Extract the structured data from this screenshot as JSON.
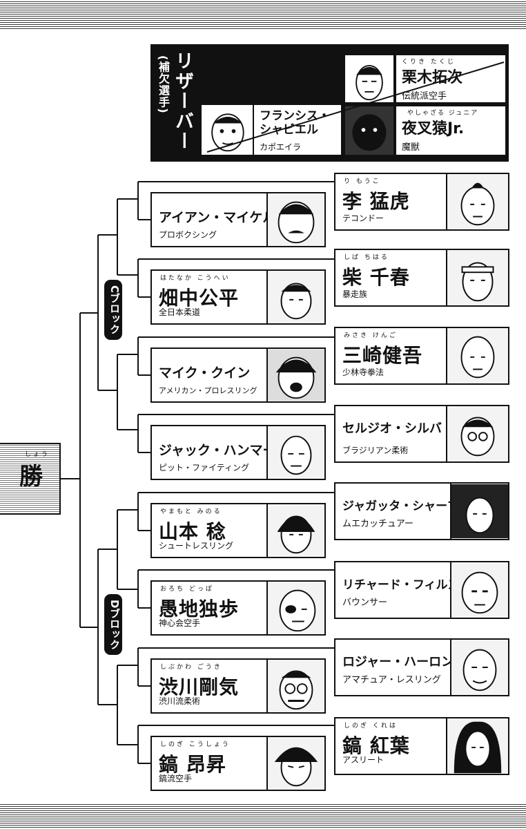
{
  "winner": {
    "label": "勝",
    "ruby": "しょう"
  },
  "blocks": {
    "c": "Cブロック",
    "d": "Dブロック"
  },
  "reserve": {
    "title": "リザーバー",
    "subtitle": "(補欠選手)",
    "fighters": [
      {
        "name": "フランシス・シャビエル",
        "name_line1": "フランシス・",
        "name_line2": "シャビエル",
        "style": "カポエイラ"
      },
      {
        "name": "栗木拓次",
        "ruby": "くりき たくじ",
        "style": "伝統派空手"
      },
      {
        "name": "夜叉猿Jr.",
        "ruby": "やしゃざる ジュニア",
        "style": "魔獣"
      }
    ]
  },
  "left_fighters": [
    {
      "name": "アイアン・マイケル",
      "style": "プロボクシング",
      "ruby": ""
    },
    {
      "name": "畑中公平",
      "style": "全日本柔道",
      "ruby": "はたなか こうへい"
    },
    {
      "name": "マイク・クイン",
      "style": "アメリカン・プロレスリング",
      "ruby": ""
    },
    {
      "name": "ジャック・ハンマー",
      "style": "ピット・ファイティング",
      "ruby": ""
    },
    {
      "name": "山本 稔",
      "style": "シュートレスリング",
      "ruby": "やまもと みのる"
    },
    {
      "name": "愚地独歩",
      "style": "神心会空手",
      "ruby": "おろち どっぽ"
    },
    {
      "name": "渋川剛気",
      "style": "渋川流柔術",
      "ruby": "しぶかわ ごうき"
    },
    {
      "name": "鎬 昂昇",
      "style": "鎬流空手",
      "ruby": "しのぎ こうしょう"
    }
  ],
  "right_fighters": [
    {
      "name": "李 猛虎",
      "style": "テコンドー",
      "ruby": "り もうこ"
    },
    {
      "name": "柴 千春",
      "style": "暴走族",
      "ruby": "しば ちはる"
    },
    {
      "name": "三崎健吾",
      "style": "少林寺拳法",
      "ruby": "みさき けんご"
    },
    {
      "name": "セルジオ・シルバ",
      "style": "ブラジリアン柔術",
      "ruby": ""
    },
    {
      "name": "ジャガッタ・シャーマン",
      "style": "ムエカッチュアー",
      "ruby": ""
    },
    {
      "name": "リチャード・フィルス",
      "style": "バウンサー",
      "ruby": ""
    },
    {
      "name": "ロジャー・ハーロン",
      "style": "アマチュア・レスリング",
      "ruby": ""
    },
    {
      "name": "鎬 紅葉",
      "style": "アスリート",
      "ruby": "しのぎ くれは"
    }
  ]
}
